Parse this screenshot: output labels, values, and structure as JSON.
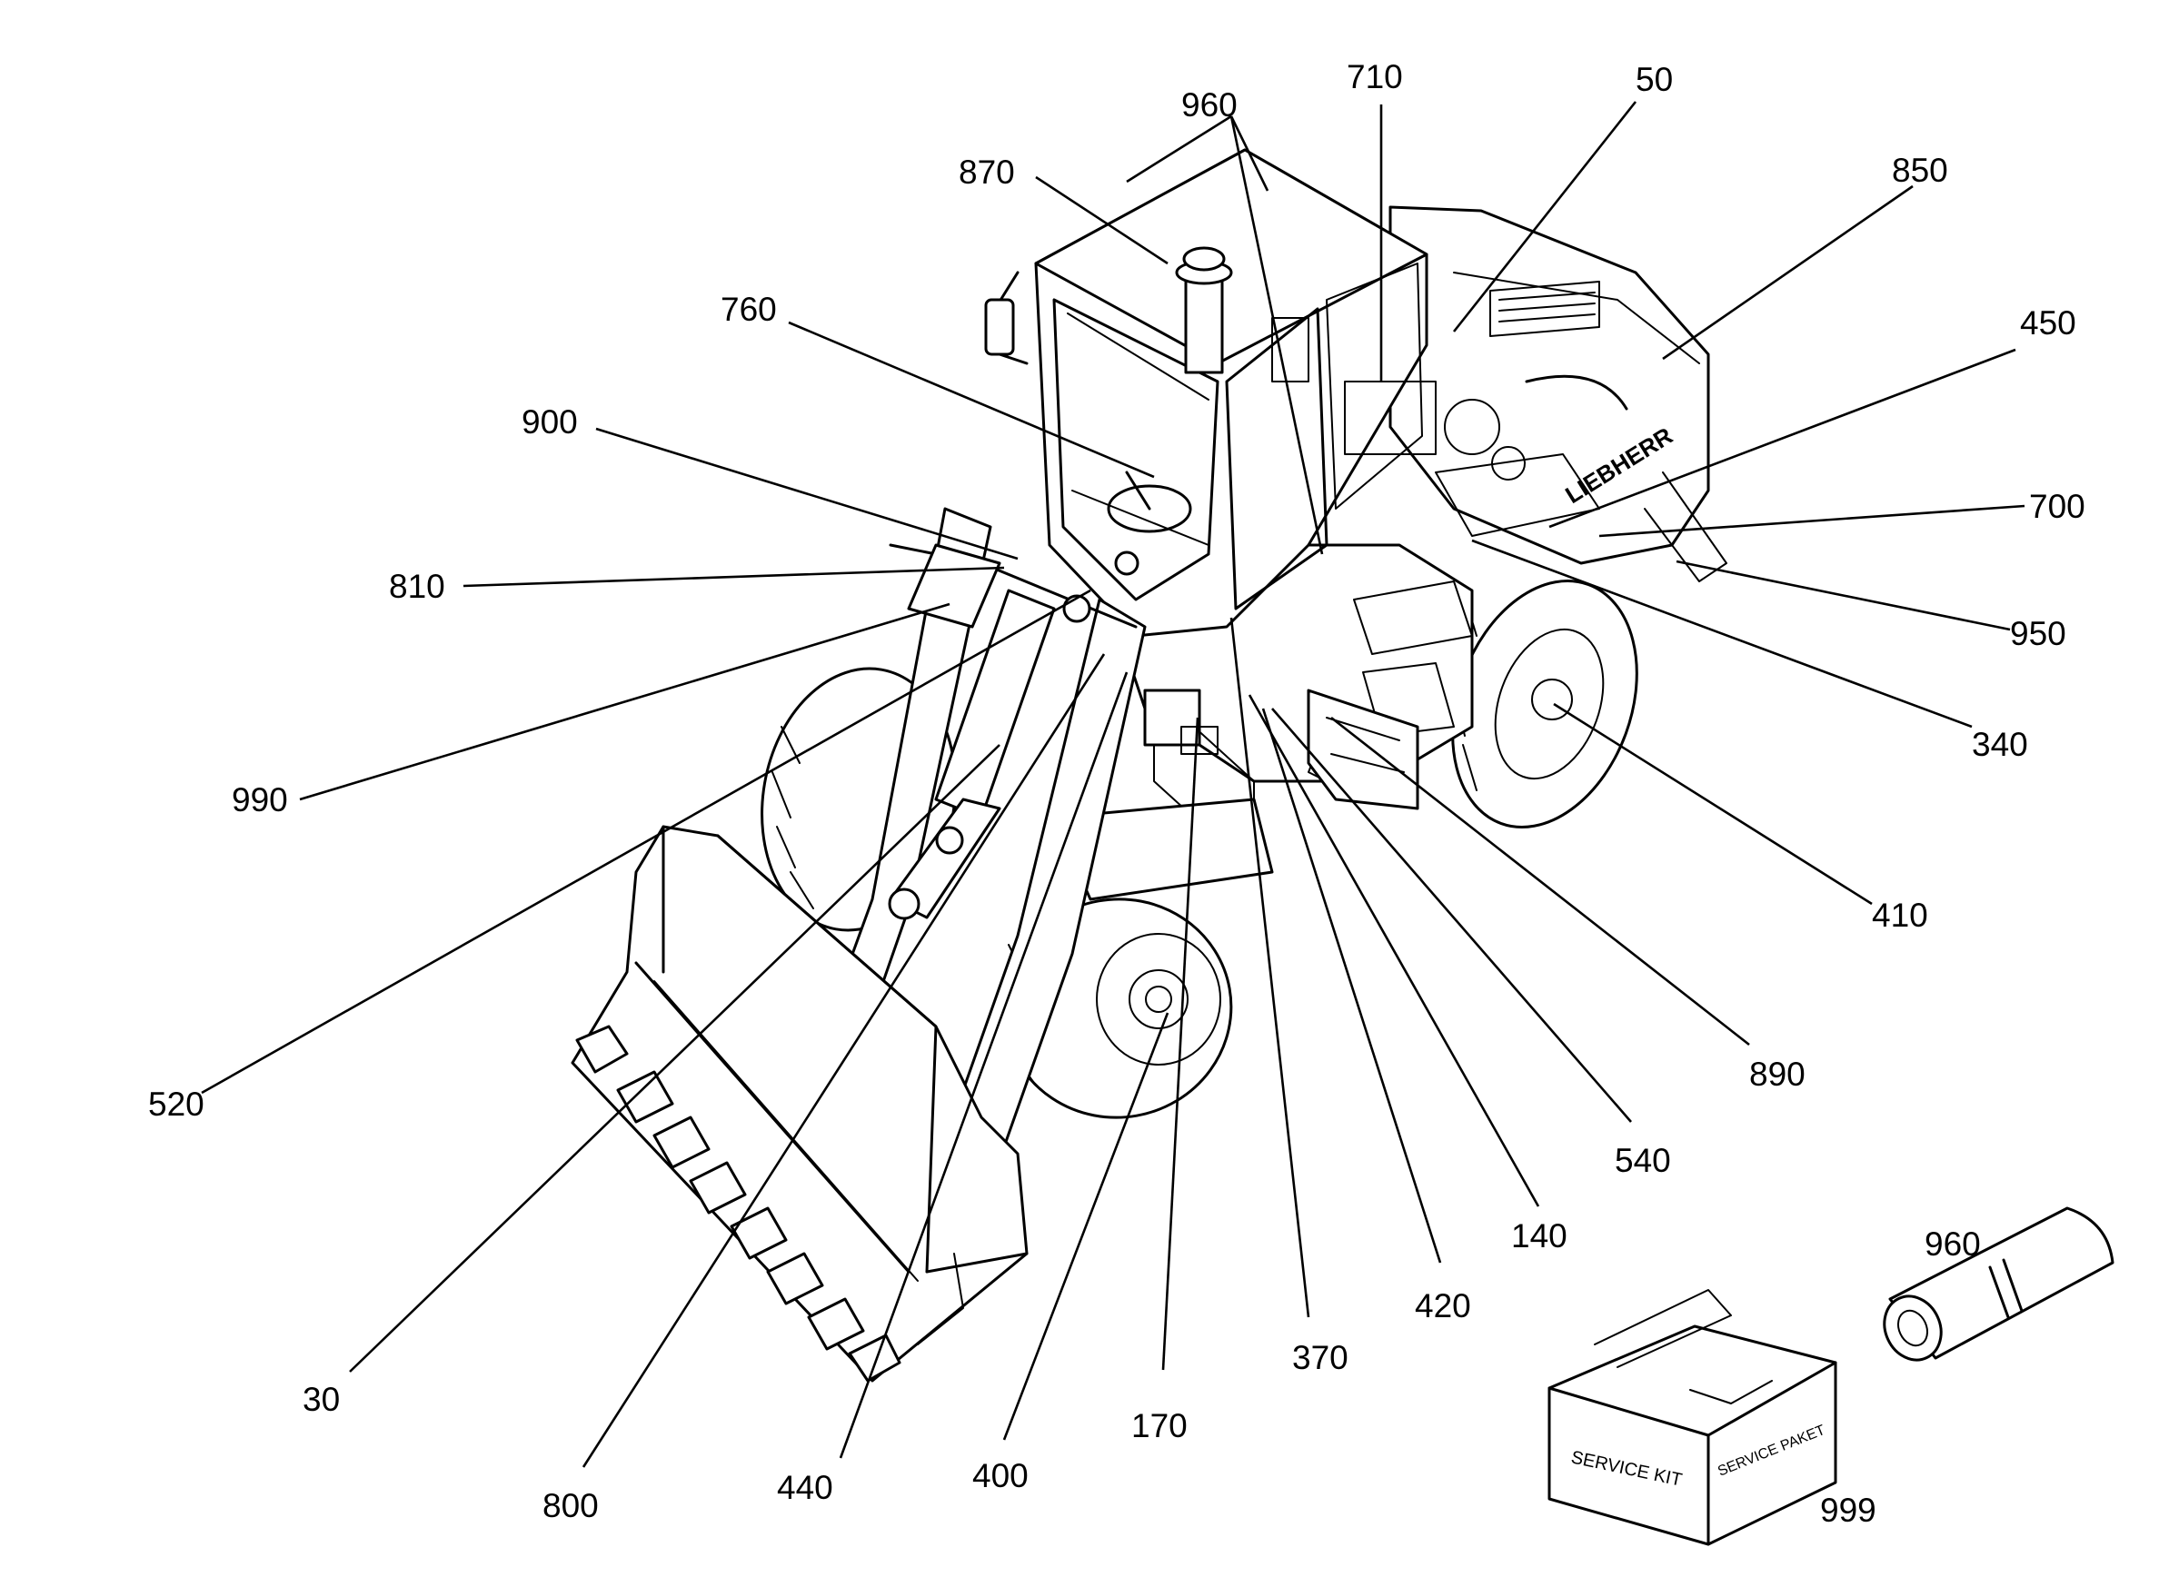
{
  "callouts": [
    {
      "id": "c50",
      "label": "50"
    },
    {
      "id": "c710",
      "label": "710"
    },
    {
      "id": "c960a",
      "label": "960"
    },
    {
      "id": "c870",
      "label": "870"
    },
    {
      "id": "c850",
      "label": "850"
    },
    {
      "id": "c760",
      "label": "760"
    },
    {
      "id": "c450",
      "label": "450"
    },
    {
      "id": "c900",
      "label": "900"
    },
    {
      "id": "c700",
      "label": "700"
    },
    {
      "id": "c810",
      "label": "810"
    },
    {
      "id": "c950",
      "label": "950"
    },
    {
      "id": "c340",
      "label": "340"
    },
    {
      "id": "c990",
      "label": "990"
    },
    {
      "id": "c410",
      "label": "410"
    },
    {
      "id": "c890",
      "label": "890"
    },
    {
      "id": "c520",
      "label": "520"
    },
    {
      "id": "c540",
      "label": "540"
    },
    {
      "id": "c140",
      "label": "140"
    },
    {
      "id": "c420",
      "label": "420"
    },
    {
      "id": "c370",
      "label": "370"
    },
    {
      "id": "c170",
      "label": "170"
    },
    {
      "id": "c400",
      "label": "400"
    },
    {
      "id": "c440",
      "label": "440"
    },
    {
      "id": "c800",
      "label": "800"
    },
    {
      "id": "c30",
      "label": "30"
    },
    {
      "id": "c960b",
      "label": "960"
    },
    {
      "id": "c999",
      "label": "999"
    }
  ],
  "machine": {
    "brand": "LIEBHERR"
  },
  "service_box": {
    "front_text": "SERVICE KIT",
    "side_text": "SERVICE PAKET"
  }
}
